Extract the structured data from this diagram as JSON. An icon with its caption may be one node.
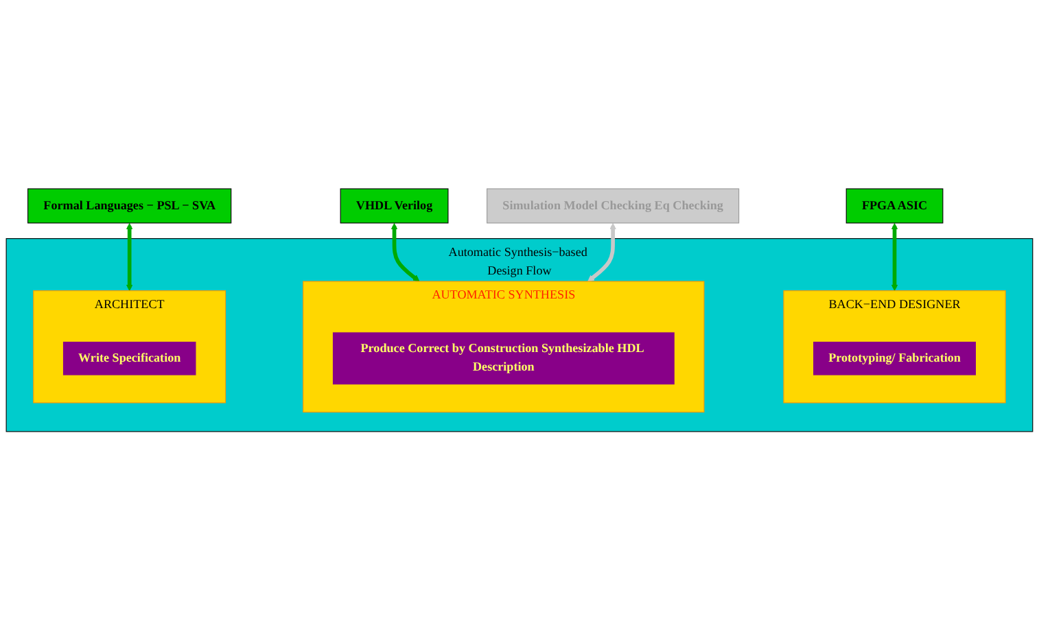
{
  "diagram": {
    "nodes": [
      {
        "text": [
          "Automatic Synthesis−based Design Flow"
        ]
      },
      {
        "text": [
          "Formal Languages − PSL − SVA"
        ]
      },
      {
        "text": [
          "VHDL Verilog"
        ]
      },
      {
        "text": [
          "Simulation Model Checking Eq Checking"
        ]
      },
      {
        "text": [
          "FPGA ASIC"
        ]
      },
      {
        "text": [
          "ARCHITECT"
        ],
        "in": 0
      },
      {
        "text": [
          "Write Specification"
        ],
        "in": 5
      },
      {
        "text": [
          "AUTOMATIC SYNTHESIS"
        ],
        "in": 0
      },
      {
        "text": [
          "Produce Correct by Construction Synthesizable HDL Description"
        ],
        "in": 7
      },
      {
        "text": [
          "BACK−END DESIGNER"
        ],
        "in": 0
      },
      {
        "text": [
          "Prototyping/ Fabrication"
        ],
        "in": 9
      }
    ],
    "edges": [
      {
        "from": 1,
        "to": 5,
        "arrow": "both"
      },
      {
        "from": 2,
        "to": 7,
        "arrow": "both"
      },
      {
        "from": 3,
        "to": 7,
        "arrow": "both",
        "color": "#c8c8c8"
      },
      {
        "from": 4,
        "to": 9,
        "arrow": "both"
      }
    ]
  }
}
